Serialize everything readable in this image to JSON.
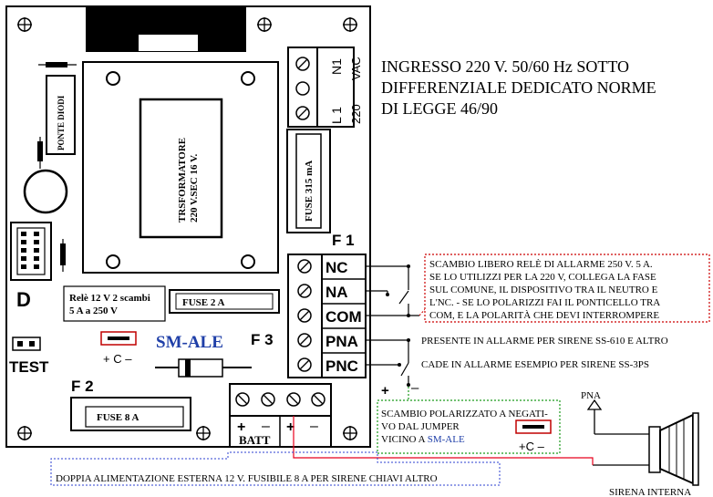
{
  "board": {
    "diode_bridge": "PONTE DIODI",
    "transformer_line1": "TRSFORMATORE",
    "transformer_line2": "220 V.SEC 16 V.",
    "fuse315": "FUSE 315 mA",
    "relay_label_line1": "Relè 12 V 2 scambi",
    "relay_label_line2": "5 A a 250 V",
    "fuse2a": "FUSE 2 A",
    "fuse8a": "FUSE 8 A",
    "brand": "SM-ALE",
    "jumper_label": "+ C –",
    "test_label": "TEST",
    "d_label": "D",
    "f1": "F 1",
    "f2": "F 2",
    "f3": "F 3",
    "mains_n": "N1",
    "mains_l": "L 1",
    "mains_vac": "VAC",
    "mains_220": "220"
  },
  "terminals": [
    "NC",
    "NA",
    "COM",
    "PNA",
    "PNC"
  ],
  "batt": {
    "plus1": "+",
    "minus1": "–",
    "plus2": "+",
    "minus2": "–",
    "label": "BATT"
  },
  "heading": {
    "line1": "INGRESSO 220 V. 50/60 Hz SOTTO",
    "line2": "DIFFERENZIALE DEDICATO NORME",
    "line3": "DI LEGGE 46/90"
  },
  "notes": {
    "relay_note": [
      "SCAMBIO LIBERO RELÈ DI ALLARME 250 V. 5 A.",
      "SE LO UTILIZZI PER LA 220 V, COLLEGA LA FASE",
      "SUL COMUNE, IL DISPOSITIVO TRA IL NEUTRO E",
      "L'NC. - SE LO POLARIZZI FAI IL PONTICELLO TRA",
      "COM, E LA POLARITÀ CHE DEVI INTERROMPERE"
    ],
    "pna_note": "PRESENTE IN ALLARME PER SIRENE SS-610 E ALTRO",
    "pnc_note": "CADE IN ALLARME ESEMPIO PER SIRENE SS-3PS",
    "polarity_plus": "+",
    "polarity_minus": "–",
    "jumper_note_line1": "SCAMBIO POLARIZZATO A NEGATI-",
    "jumper_note_line2": "VO DAL JUMPER",
    "jumper_note_line3_prefix": "VICINO A ",
    "jumper_note_line3_brand": "SM-ALE",
    "jumper_note_label": "+C –",
    "pna_arrow": "PNA",
    "siren": "SIRENA INTERNA",
    "batt_note": "DOPPIA ALIMENTAZIONE ESTERNA 12 V. FUSIBILE 8 A PER SIRENE CHIAVI ALTRO"
  },
  "colors": {
    "brand_blue": "#1f3fa8",
    "red_wire": "#e8001c",
    "red_dot": "#cc0000",
    "green_dot": "#1a9a1a",
    "blue_dot": "#2b3fd0",
    "jumper_red": "#c00000"
  }
}
